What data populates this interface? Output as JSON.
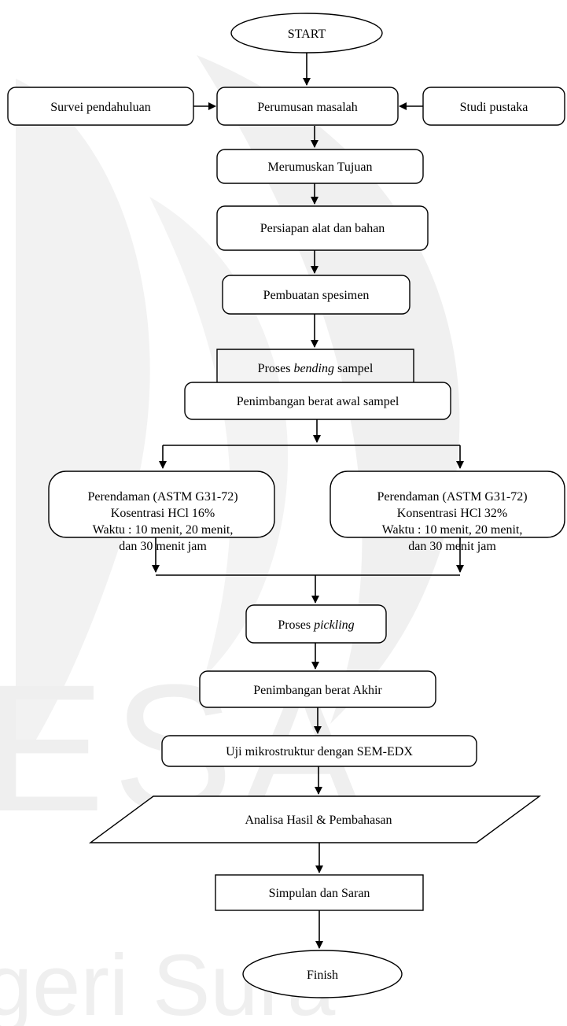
{
  "watermark": {
    "text_large": "ESA",
    "text_bottom": "geri Sura"
  },
  "nodes": {
    "start": "START",
    "survei": "Survei pendahuluan",
    "perumusan": "Perumusan masalah",
    "studi": "Studi pustaka",
    "tujuan": "Merumuskan Tujuan",
    "persiapan": "Persiapan alat dan bahan",
    "spesimen": "Pembuatan spesimen",
    "bending": {
      "before": "Proses ",
      "italic": "bending",
      "after": " sampel"
    },
    "penimbangan_awal": "Penimbangan berat awal sampel",
    "rendam_16": {
      "line1": "Perendaman (ASTM G31-72)",
      "line2": "Kosentrasi HCl 16%",
      "line3": "Waktu : 10 menit, 20 menit,",
      "line4": "dan 30 menit jam"
    },
    "rendam_32": {
      "line1": "Perendaman (ASTM G31-72)",
      "line2": "Konsentrasi HCl 32%",
      "line3": "Waktu : 10 menit, 20 menit,",
      "line4": "dan 30 menit jam"
    },
    "pickling": {
      "before": "Proses ",
      "italic": "pickling"
    },
    "penimbangan_akhir": "Penimbangan berat Akhir",
    "uji": "Uji mikrostruktur dengan SEM-EDX",
    "analisa": "Analisa Hasil & Pembahasan",
    "simpulan": "Simpulan dan Saran",
    "finish": "Finish"
  }
}
